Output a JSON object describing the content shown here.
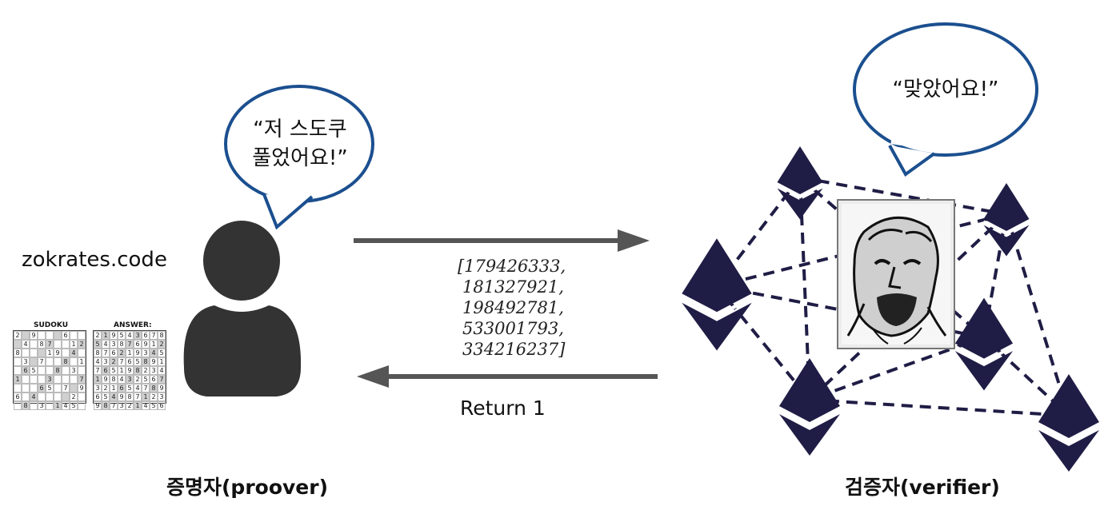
{
  "prover": {
    "speech": [
      "“저 스도쿠",
      "풀었어요!”"
    ],
    "code_label": "zokrates.code",
    "caption": "증명자(proover)",
    "sudoku": {
      "title": "SUDOKU",
      "rows": [
        [
          "2",
          "",
          "9",
          "",
          "",
          "",
          "6",
          "",
          ""
        ],
        [
          "",
          "4",
          "",
          "8",
          "7",
          "",
          "",
          "1",
          "2"
        ],
        [
          "8",
          "",
          "",
          "",
          "1",
          "9",
          "",
          "4",
          ""
        ],
        [
          "",
          "3",
          "",
          "7",
          "",
          "",
          "8",
          "",
          "1"
        ],
        [
          "",
          "6",
          "5",
          "",
          "",
          "8",
          "",
          "3",
          ""
        ],
        [
          "1",
          "",
          "",
          "",
          "3",
          "",
          "",
          "",
          "7"
        ],
        [
          "",
          "",
          "",
          "6",
          "5",
          "",
          "7",
          "",
          "9"
        ],
        [
          "6",
          "",
          "4",
          "",
          "",
          "",
          "",
          "2",
          ""
        ],
        [
          "",
          "8",
          "",
          "3",
          "",
          "1",
          "4",
          "5",
          ""
        ]
      ]
    },
    "answer": {
      "title": "ANSWER:",
      "rows": [
        [
          "2",
          "1",
          "9",
          "5",
          "4",
          "3",
          "6",
          "7",
          "8"
        ],
        [
          "5",
          "4",
          "3",
          "8",
          "7",
          "6",
          "9",
          "1",
          "2"
        ],
        [
          "8",
          "7",
          "6",
          "2",
          "1",
          "9",
          "3",
          "4",
          "5"
        ],
        [
          "4",
          "3",
          "2",
          "7",
          "6",
          "5",
          "8",
          "9",
          "1"
        ],
        [
          "7",
          "6",
          "5",
          "1",
          "9",
          "8",
          "2",
          "3",
          "4"
        ],
        [
          "1",
          "9",
          "8",
          "4",
          "3",
          "2",
          "5",
          "6",
          "7"
        ],
        [
          "3",
          "2",
          "1",
          "6",
          "5",
          "4",
          "7",
          "8",
          "9"
        ],
        [
          "6",
          "5",
          "4",
          "9",
          "8",
          "7",
          "1",
          "2",
          "3"
        ],
        [
          "9",
          "8",
          "7",
          "3",
          "2",
          "1",
          "4",
          "5",
          "6"
        ]
      ]
    }
  },
  "verifier": {
    "speech": "“맞았어요!”",
    "caption": "검증자(verifier)"
  },
  "messages": {
    "proof_values": [
      "[179426333,",
      "181327921,",
      "198492781,",
      "533001793,",
      "334216237]"
    ],
    "return_label": "Return 1"
  },
  "colors": {
    "bubble_stroke": "#1b4f8f",
    "eth_diamond": "#1f1d45",
    "arrow": "#555555",
    "person": "#333333"
  }
}
